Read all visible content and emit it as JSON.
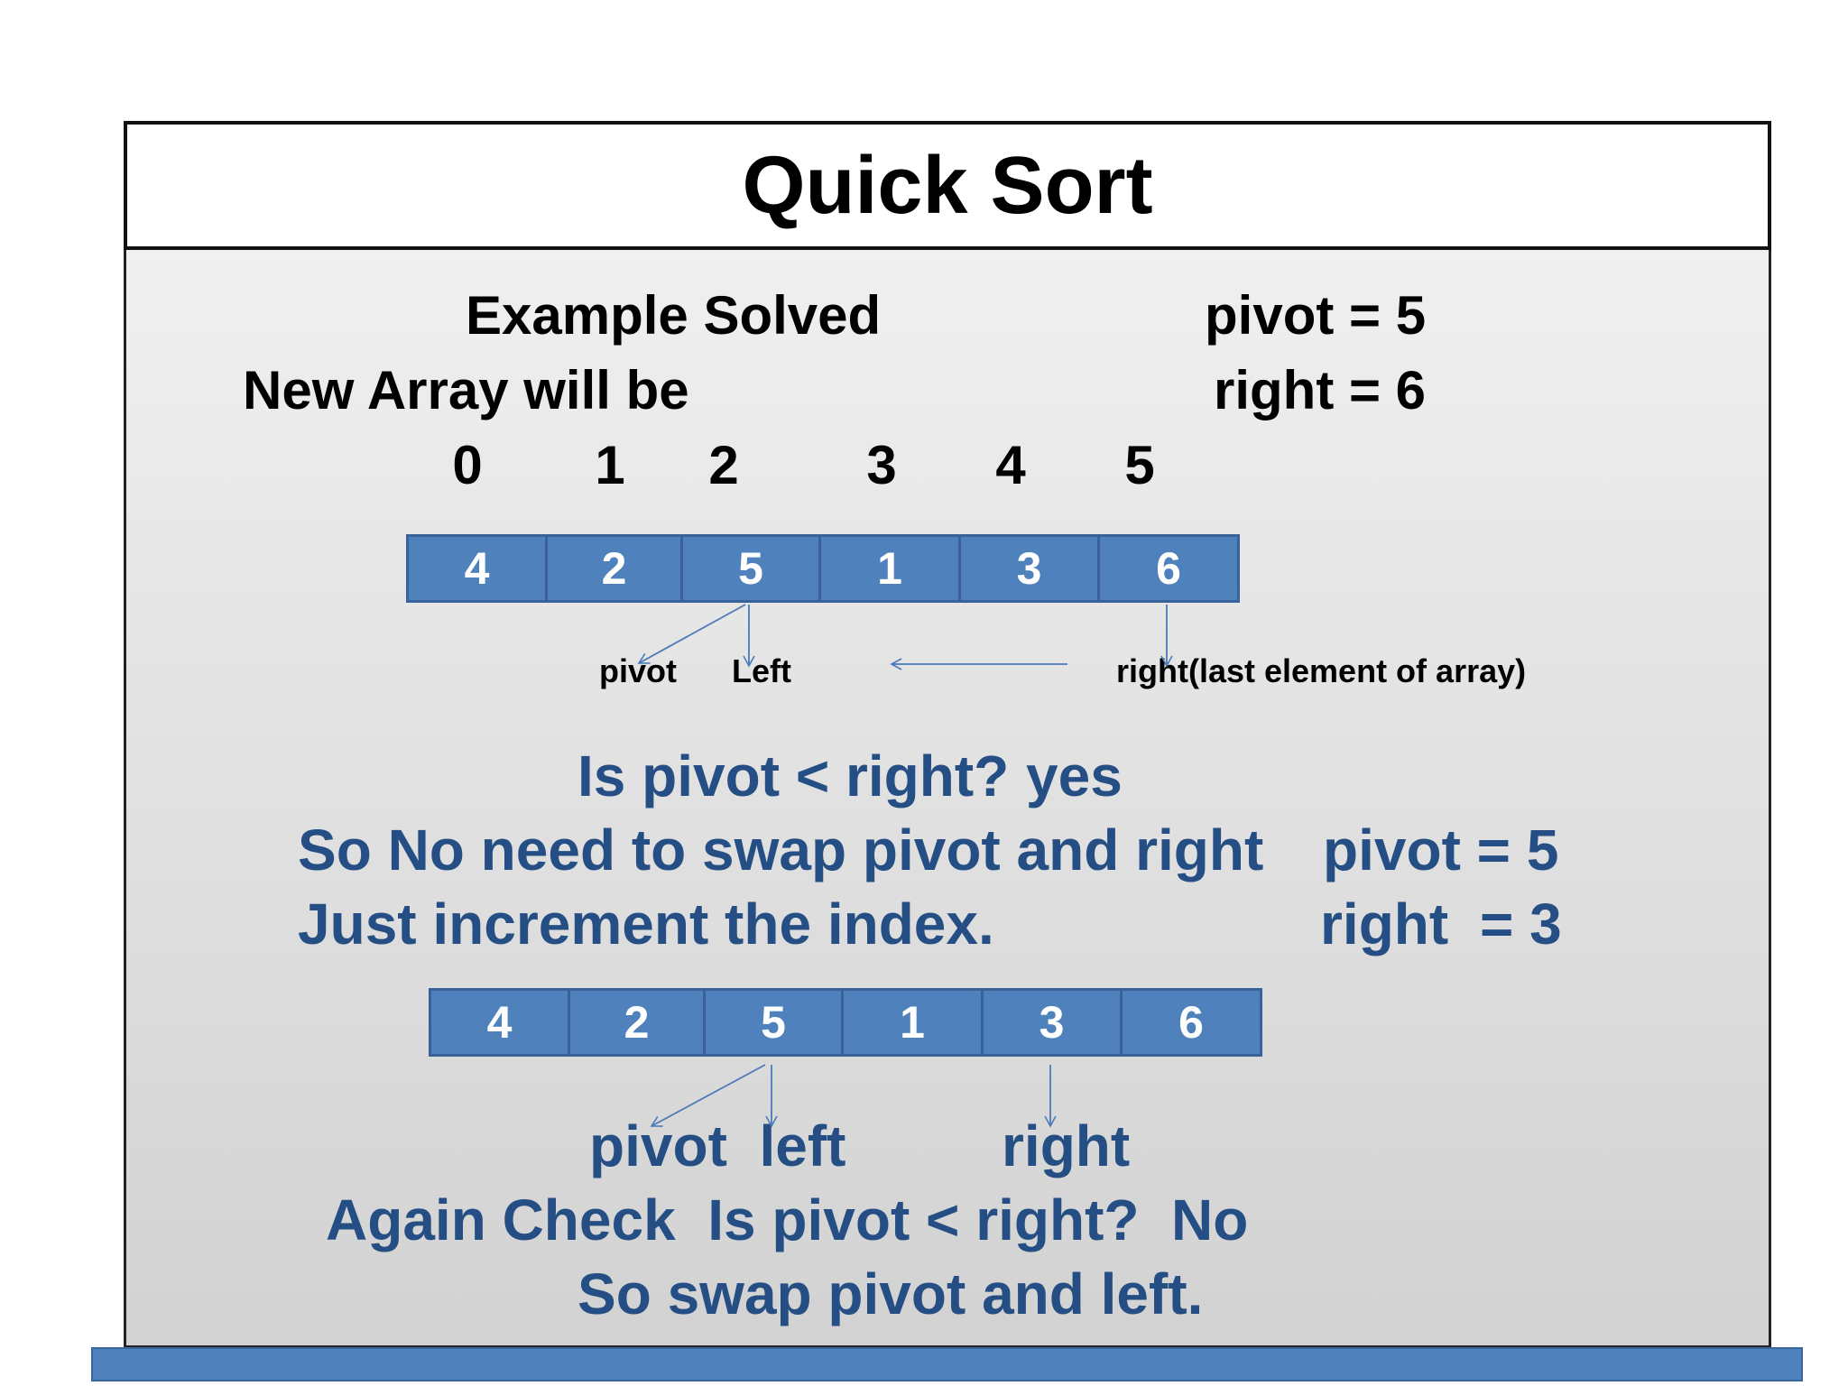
{
  "title": "Quick Sort",
  "top": {
    "heading": "Example Solved",
    "subheading": "New Array will be",
    "pivot_label": "pivot = 5",
    "right_label": "right = 6",
    "indices": [
      "0",
      "1",
      "2",
      "3",
      "4",
      "5"
    ]
  },
  "array1": {
    "values": [
      "4",
      "2",
      "5",
      "1",
      "3",
      "6"
    ],
    "pivot_label": "pivot",
    "left_label": "Left",
    "right_label": "right(last element of array)"
  },
  "middle": {
    "question": "Is pivot < right?",
    "answer": "yes",
    "line1": "So No need to swap pivot and right",
    "line2": "Just increment the index.",
    "pivot_label": "pivot = 5",
    "right_word": "right",
    "right_value": "= 3"
  },
  "array2": {
    "values": [
      "4",
      "2",
      "5",
      "1",
      "3",
      "6"
    ],
    "pivot_left_label": "pivot  left",
    "right_label": "right"
  },
  "bottom": {
    "check": "Again Check  Is pivot < right?  No",
    "swap": "So swap pivot and left."
  },
  "colors": {
    "cell_fill": "#4f81bd",
    "blue_text": "#254f84",
    "arrow": "#4a7ab8"
  }
}
